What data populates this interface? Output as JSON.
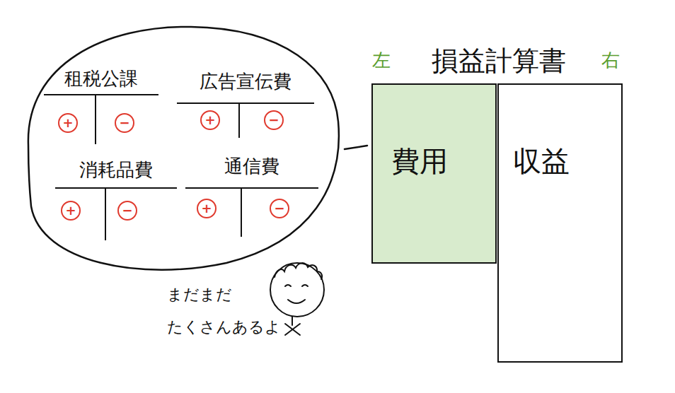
{
  "diagram": {
    "title": "損益計算書",
    "nodes": [
      {
        "text": [
          "租税公課"
        ]
      },
      {
        "text": [
          "+"
        ],
        "in": 0
      },
      {
        "text": [
          "−"
        ],
        "in": 0
      },
      {
        "text": [
          "広告宣伝費"
        ]
      },
      {
        "text": [
          "+"
        ],
        "in": 3
      },
      {
        "text": [
          "−"
        ],
        "in": 3
      },
      {
        "text": [
          "消耗品費"
        ]
      },
      {
        "text": [
          "+"
        ],
        "in": 6
      },
      {
        "text": [
          "−"
        ],
        "in": 6
      },
      {
        "text": [
          "通信費"
        ]
      },
      {
        "text": [
          "+"
        ],
        "in": 9
      },
      {
        "text": [
          "−"
        ],
        "in": 9
      },
      {
        "text": [
          "費用"
        ]
      },
      {
        "text": [
          "収益"
        ]
      }
    ],
    "labels": [
      "左",
      "右",
      "まだまだ たくさんあるよ"
    ]
  }
}
